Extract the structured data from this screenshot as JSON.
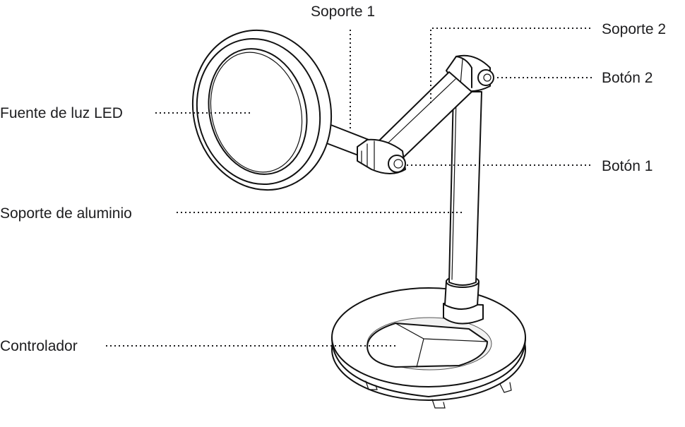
{
  "labels": {
    "soporte_1": "Soporte 1",
    "soporte_2": "Soporte 2",
    "boton_2": "Botón 2",
    "fuente_luz": "Fuente de luz LED",
    "boton_1": "Botón 1",
    "soporte_aluminio": "Soporte de aluminio",
    "controlador": "Controlador"
  }
}
